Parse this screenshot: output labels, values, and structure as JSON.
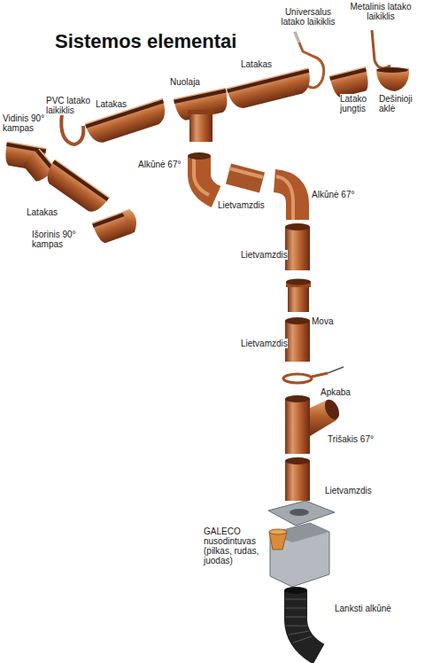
{
  "diagram": {
    "title": "Sistemos elementai",
    "labels": [
      "Universalus latako laikiklis",
      "Metalinis latako laikiklis",
      "Vidinis 90° kampas",
      "PVC latako laikiklis",
      "Latakas",
      "Nuolaja",
      "Latakas",
      "Latako jungtis",
      "Dešinioji aklė",
      "Latakas",
      "Išorinis 90° kampas",
      "Alkūnė 67°",
      "Lietvamzdis",
      "Alkūnė 67°",
      "Lietvamzdis",
      "Mova",
      "Lietvamzdis",
      "Apkaba",
      "Trišakis 67°",
      "Lietvamzdis",
      "GALECO nusodintuvas (pilkas, rudas, juodas)",
      "Lanksti alkūnė"
    ]
  }
}
